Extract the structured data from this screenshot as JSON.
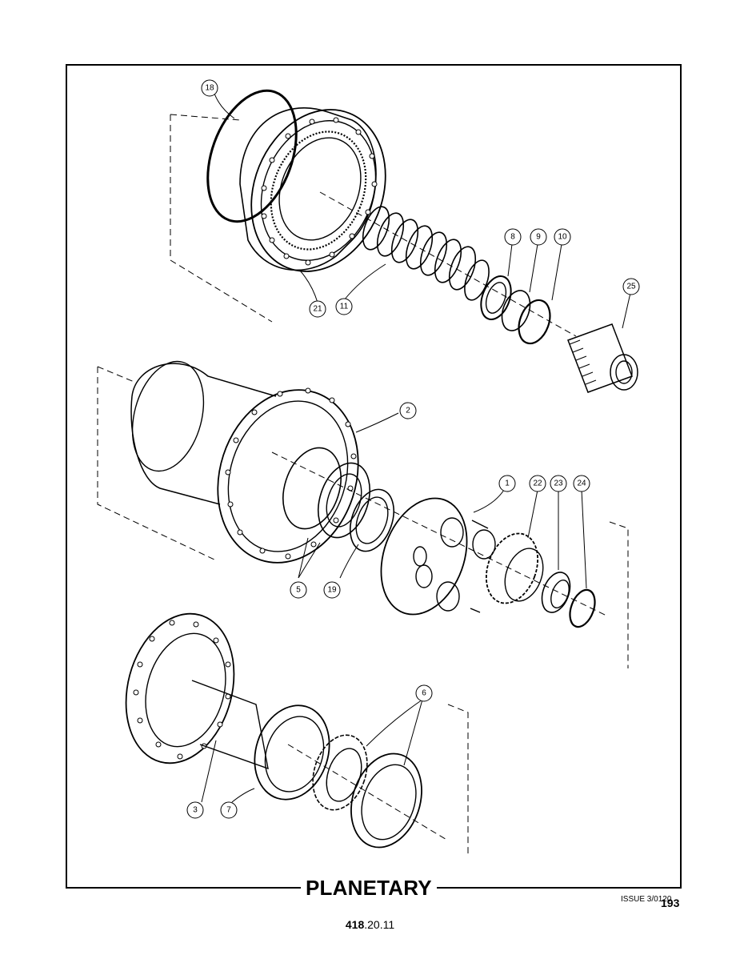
{
  "title": "PLANETARY",
  "issue": "ISSUE 3/0120",
  "page_number": "193",
  "doc_ref": {
    "bold": "418",
    "rest": ".20.11"
  },
  "callouts": {
    "c18": "18",
    "c21": "21",
    "c11": "11",
    "c8": "8",
    "c9": "9",
    "c10": "10",
    "c25": "25",
    "c2": "2",
    "c1": "1",
    "c22": "22",
    "c23": "23",
    "c24": "24",
    "c5": "5",
    "c19": "19",
    "c6": "6",
    "c3": "3",
    "c7": "7"
  }
}
